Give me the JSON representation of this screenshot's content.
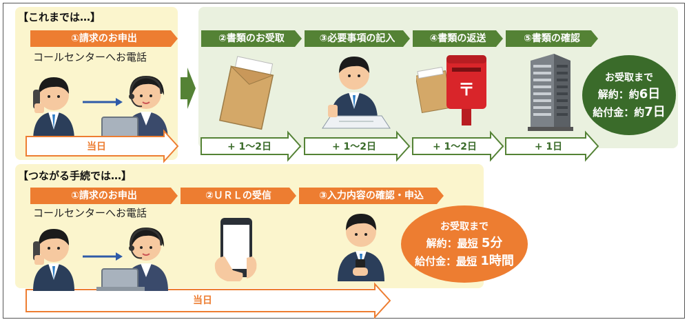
{
  "before": {
    "heading": "【これまでは…】",
    "step1": "①請求のお申出",
    "call_text": "コールセンターへお電話",
    "day_label": "当日",
    "steps": [
      {
        "label": "②書類のお受取",
        "duration": "+ 1～2日"
      },
      {
        "label": "③必要事項の記入",
        "duration": "+ 1～2日"
      },
      {
        "label": "④書類の返送",
        "duration": "+ 1～2日"
      },
      {
        "label": "⑤書類の確認",
        "duration": "+ 1日"
      }
    ],
    "summary": {
      "line1": "お受取まで",
      "line2_prefix": "解約：約",
      "line2_value": "6日",
      "line3_prefix": "給付金：約",
      "line3_value": "7日"
    }
  },
  "after": {
    "heading": "【つながる手続では…】",
    "step1": "①請求のお申出",
    "call_text": "コールセンターへお電話",
    "step2": "②ＵＲＬの受信",
    "step3": "③入力内容の確認・申込",
    "day_label": "当日",
    "summary": {
      "line1": "お受取まで",
      "line2_prefix": "解約：",
      "line2_short": "最短",
      "line2_value": "5分",
      "line3_prefix": "給付金：",
      "line3_short": "最短",
      "line3_value": "1時間"
    }
  },
  "colors": {
    "orange": "#ed7d31",
    "green": "#548235",
    "dark_green": "#3a6b2a",
    "yellow_panel": "#fbf5cd",
    "green_panel": "#eaf1df"
  }
}
